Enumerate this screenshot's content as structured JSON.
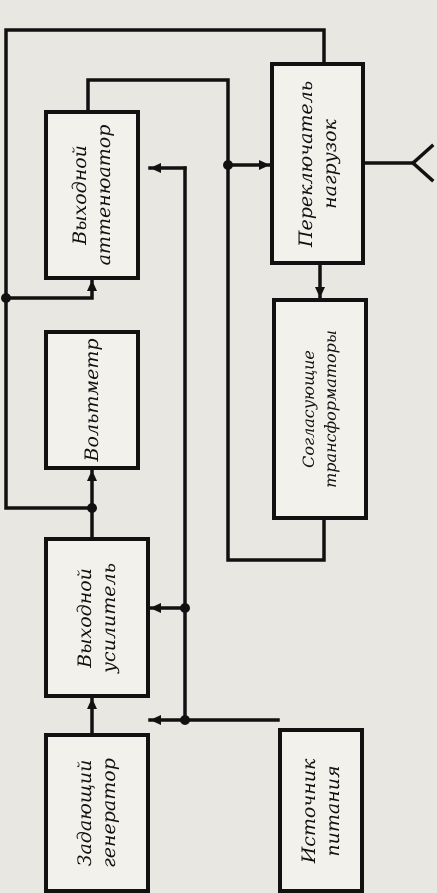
{
  "blocks": {
    "master_generator": {
      "line1": "Задающий",
      "line2": "генератор"
    },
    "output_amplifier": {
      "line1": "Выходной",
      "line2": "усилитель"
    },
    "voltmeter": {
      "line1": "Вольтметр"
    },
    "output_attenuator": {
      "line1": "Выходной",
      "line2": "аттенюатор"
    },
    "load_switch": {
      "line1": "Переключатель",
      "line2": "нагрузок"
    },
    "matching_transformers": {
      "line1": "Согласующие",
      "line2": "трансформаторы"
    },
    "power_supply": {
      "line1": "Источник",
      "line2": "питания"
    }
  },
  "colors": {
    "ink": "#111111",
    "paper": "#e9e7e1",
    "block_fill": "#f2f1ec"
  }
}
